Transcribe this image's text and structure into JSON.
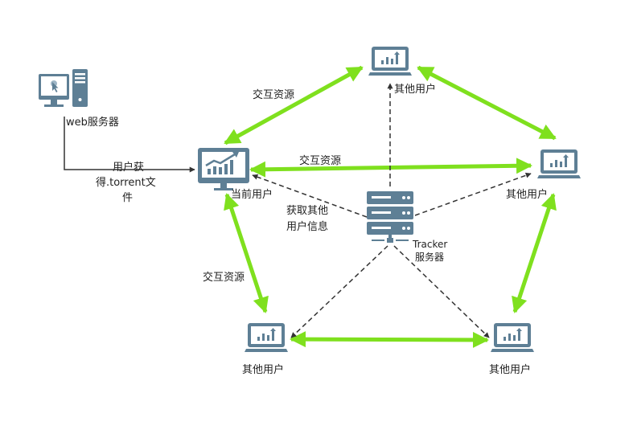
{
  "diagram": {
    "web_server_label": "web服务器",
    "current_user_label": "当前用户",
    "other_user_label": "其他用户",
    "tracker_label_line1": "Tracker",
    "tracker_label_line2": "服务器",
    "get_torrent_line1": "用户获",
    "get_torrent_line2": "得.torrent文",
    "get_torrent_line3": "件",
    "get_peers_line1": "获取其他",
    "get_peers_line2": "用户信息",
    "exchange_label": "交互资源"
  },
  "colors": {
    "device": "#5e7f95",
    "arrow_green": "#7fe01e",
    "dashed": "#333333",
    "text": "#222222"
  }
}
